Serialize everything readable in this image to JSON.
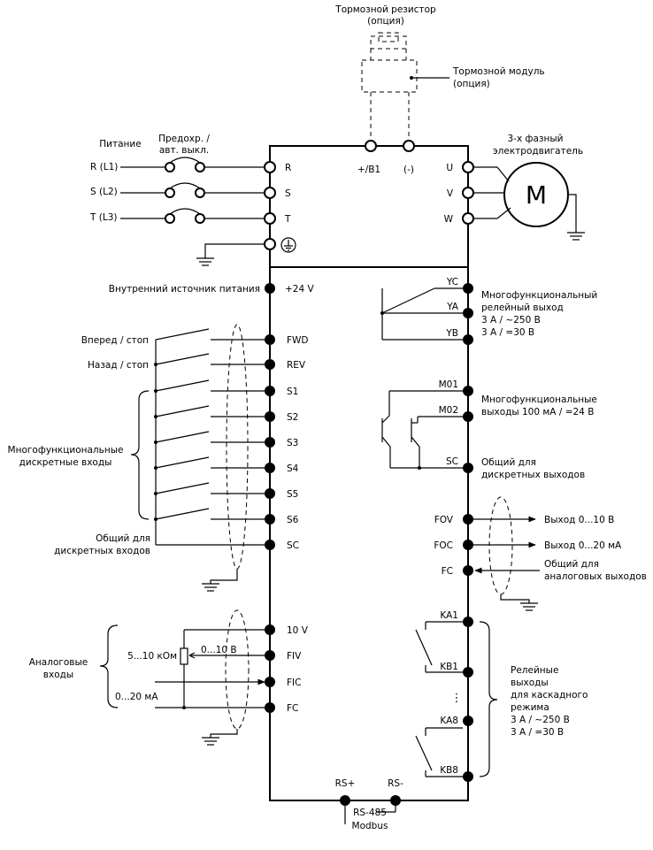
{
  "brake": {
    "resistor_title": "Тормозной резистор",
    "resistor_option": "(опция)",
    "module_title": "Тормозной модуль",
    "module_option": "(опция)"
  },
  "power": {
    "title": "Питание",
    "breaker_line1": "Предохр. /",
    "breaker_line2": "авт. выкл.",
    "phases": [
      "R (L1)",
      "S (L2)",
      "T (L3)"
    ]
  },
  "motor": {
    "title_line1": "3-х фазный",
    "title_line2": "электродвигатель",
    "symbol": "M"
  },
  "terminals": {
    "r": "R",
    "s": "S",
    "t": "T",
    "pb1": "+/B1",
    "minus": "(-)",
    "u": "U",
    "v": "V",
    "w": "W",
    "p24": "+24 V",
    "fwd": "FWD",
    "rev": "REV",
    "s1": "S1",
    "s2": "S2",
    "s3": "S3",
    "s4": "S4",
    "s5": "S5",
    "s6": "S6",
    "sc": "SC",
    "v10": "10 V",
    "fiv": "FIV",
    "fic": "FIC",
    "fc_in": "FC",
    "yc": "YC",
    "ya": "YA",
    "yb": "YB",
    "m01": "M01",
    "m02": "M02",
    "sc_out": "SC",
    "fov": "FOV",
    "foc": "FOC",
    "fc_out": "FC",
    "ka1": "KA1",
    "kb1": "KB1",
    "ka8": "KA8",
    "kb8": "KB8",
    "rsp": "RS+",
    "rsn": "RS-"
  },
  "left_labels": {
    "internal_supply": "Внутренний источник питания",
    "forward": "Вперед / стоп",
    "reverse": "Назад / стоп",
    "multi_inputs_line1": "Многофункциональные",
    "multi_inputs_line2": "дискретные входы",
    "common_line1": "Общий для",
    "common_line2": "дискретных входов",
    "analog_line1": "Аналоговые",
    "analog_line2": "входы",
    "pot": "5...10 кОм",
    "v_range": "0...10 В",
    "i_range": "0...20 мА"
  },
  "right_labels": {
    "relay_line1": "Многофункциональный",
    "relay_line2": "релейный выход",
    "relay_line3": "3 А / ~250 В",
    "relay_line4": "3 А / =30 В",
    "outputs_line1": "Многофункциональные",
    "outputs_line2": "выходы 100 мА / =24 В",
    "common_out_line1": "Общий для",
    "common_out_line2": "дискретных выходов",
    "out_v": "Выход 0...10 В",
    "out_i": "Выход 0...20 мА",
    "common_an_line1": "Общий для",
    "common_an_line2": "аналоговых выходов",
    "cascade_line1": "Релейные",
    "cascade_line2": "выходы",
    "cascade_line3": "для каскадного",
    "cascade_line4": "режима",
    "cascade_line5": "3 А / ~250 В",
    "cascade_line6": "3 А / =30 В",
    "ellipsis": "⋮"
  },
  "comm": {
    "line1": "RS-485",
    "line2": "Modbus"
  }
}
